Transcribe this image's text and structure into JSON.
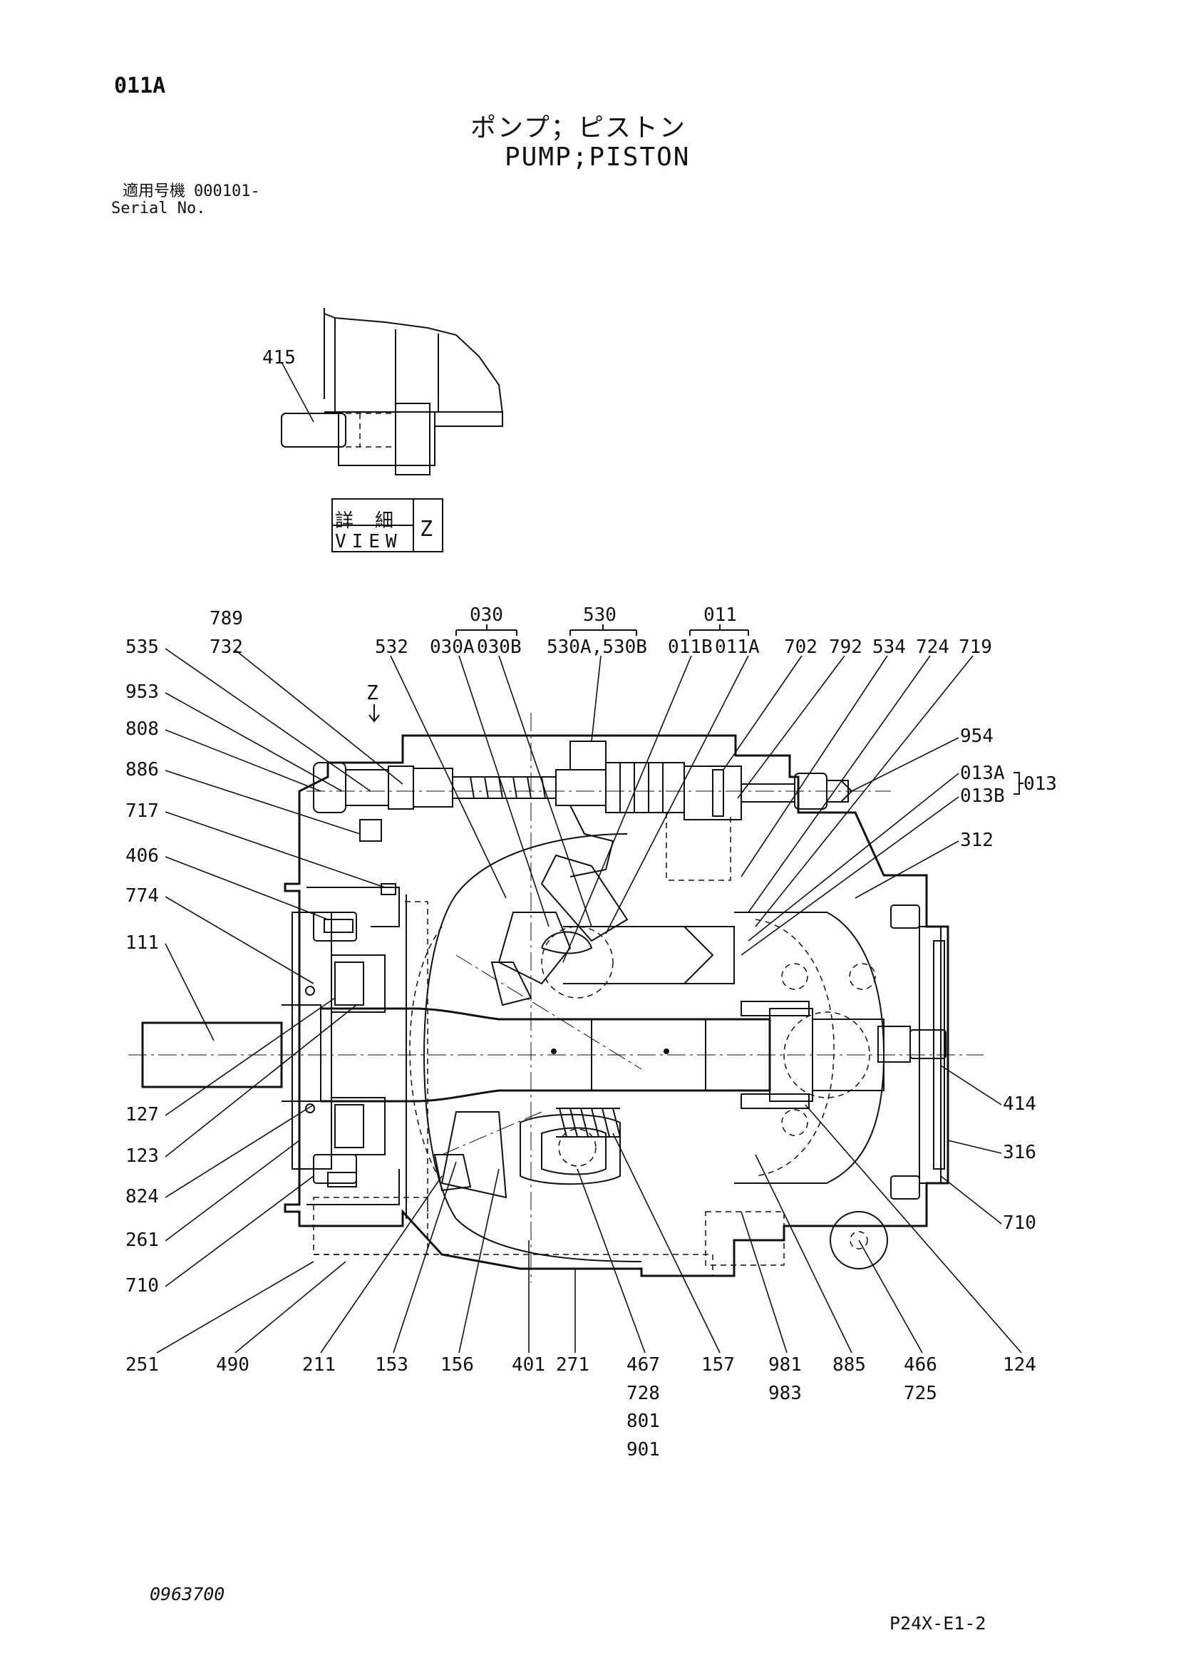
{
  "header": {
    "page_code": "011A",
    "title_jp": "ポンプ；ピストン",
    "title_en": "PUMP;PISTON",
    "serial_label_jp": "適用号機",
    "serial_value": "000101-",
    "serial_label_en": "Serial No."
  },
  "detail_view": {
    "part": "415",
    "box_jp": "詳　細",
    "box_en": "VIEW",
    "box_letter": "Z"
  },
  "view_marker": "Z",
  "labels": {
    "l789": "789",
    "l732": "732",
    "l535": "535",
    "l953": "953",
    "l808": "808",
    "l886": "886",
    "l717": "717",
    "l406": "406",
    "l774": "774",
    "l111": "111",
    "l127": "127",
    "l123": "123",
    "l824": "824",
    "l261": "261",
    "l710a": "710",
    "l532": "532",
    "g030": "030",
    "l030a": "030A",
    "l030b": "030B",
    "g530": "530",
    "l530ab": "530A,530B",
    "g011": "011",
    "l011b": "011B",
    "l011a": "011A",
    "l702": "702",
    "l792": "792",
    "l534": "534",
    "l724": "724",
    "l719": "719",
    "l954": "954",
    "l013a": "013A",
    "l013b": "013B",
    "g013": "013",
    "l312": "312",
    "l414": "414",
    "l316": "316",
    "l710b": "710",
    "l251": "251",
    "l490": "490",
    "l211": "211",
    "l153": "153",
    "l156": "156",
    "l401": "401",
    "l271": "271",
    "l467": "467",
    "l728": "728",
    "l801": "801",
    "l901": "901",
    "l157": "157",
    "l981": "981",
    "l983": "983",
    "l885": "885",
    "l466": "466",
    "l725": "725",
    "l124": "124"
  },
  "footer": {
    "drawing_no": "0963700",
    "page_ref": "P24X-E1-2"
  }
}
